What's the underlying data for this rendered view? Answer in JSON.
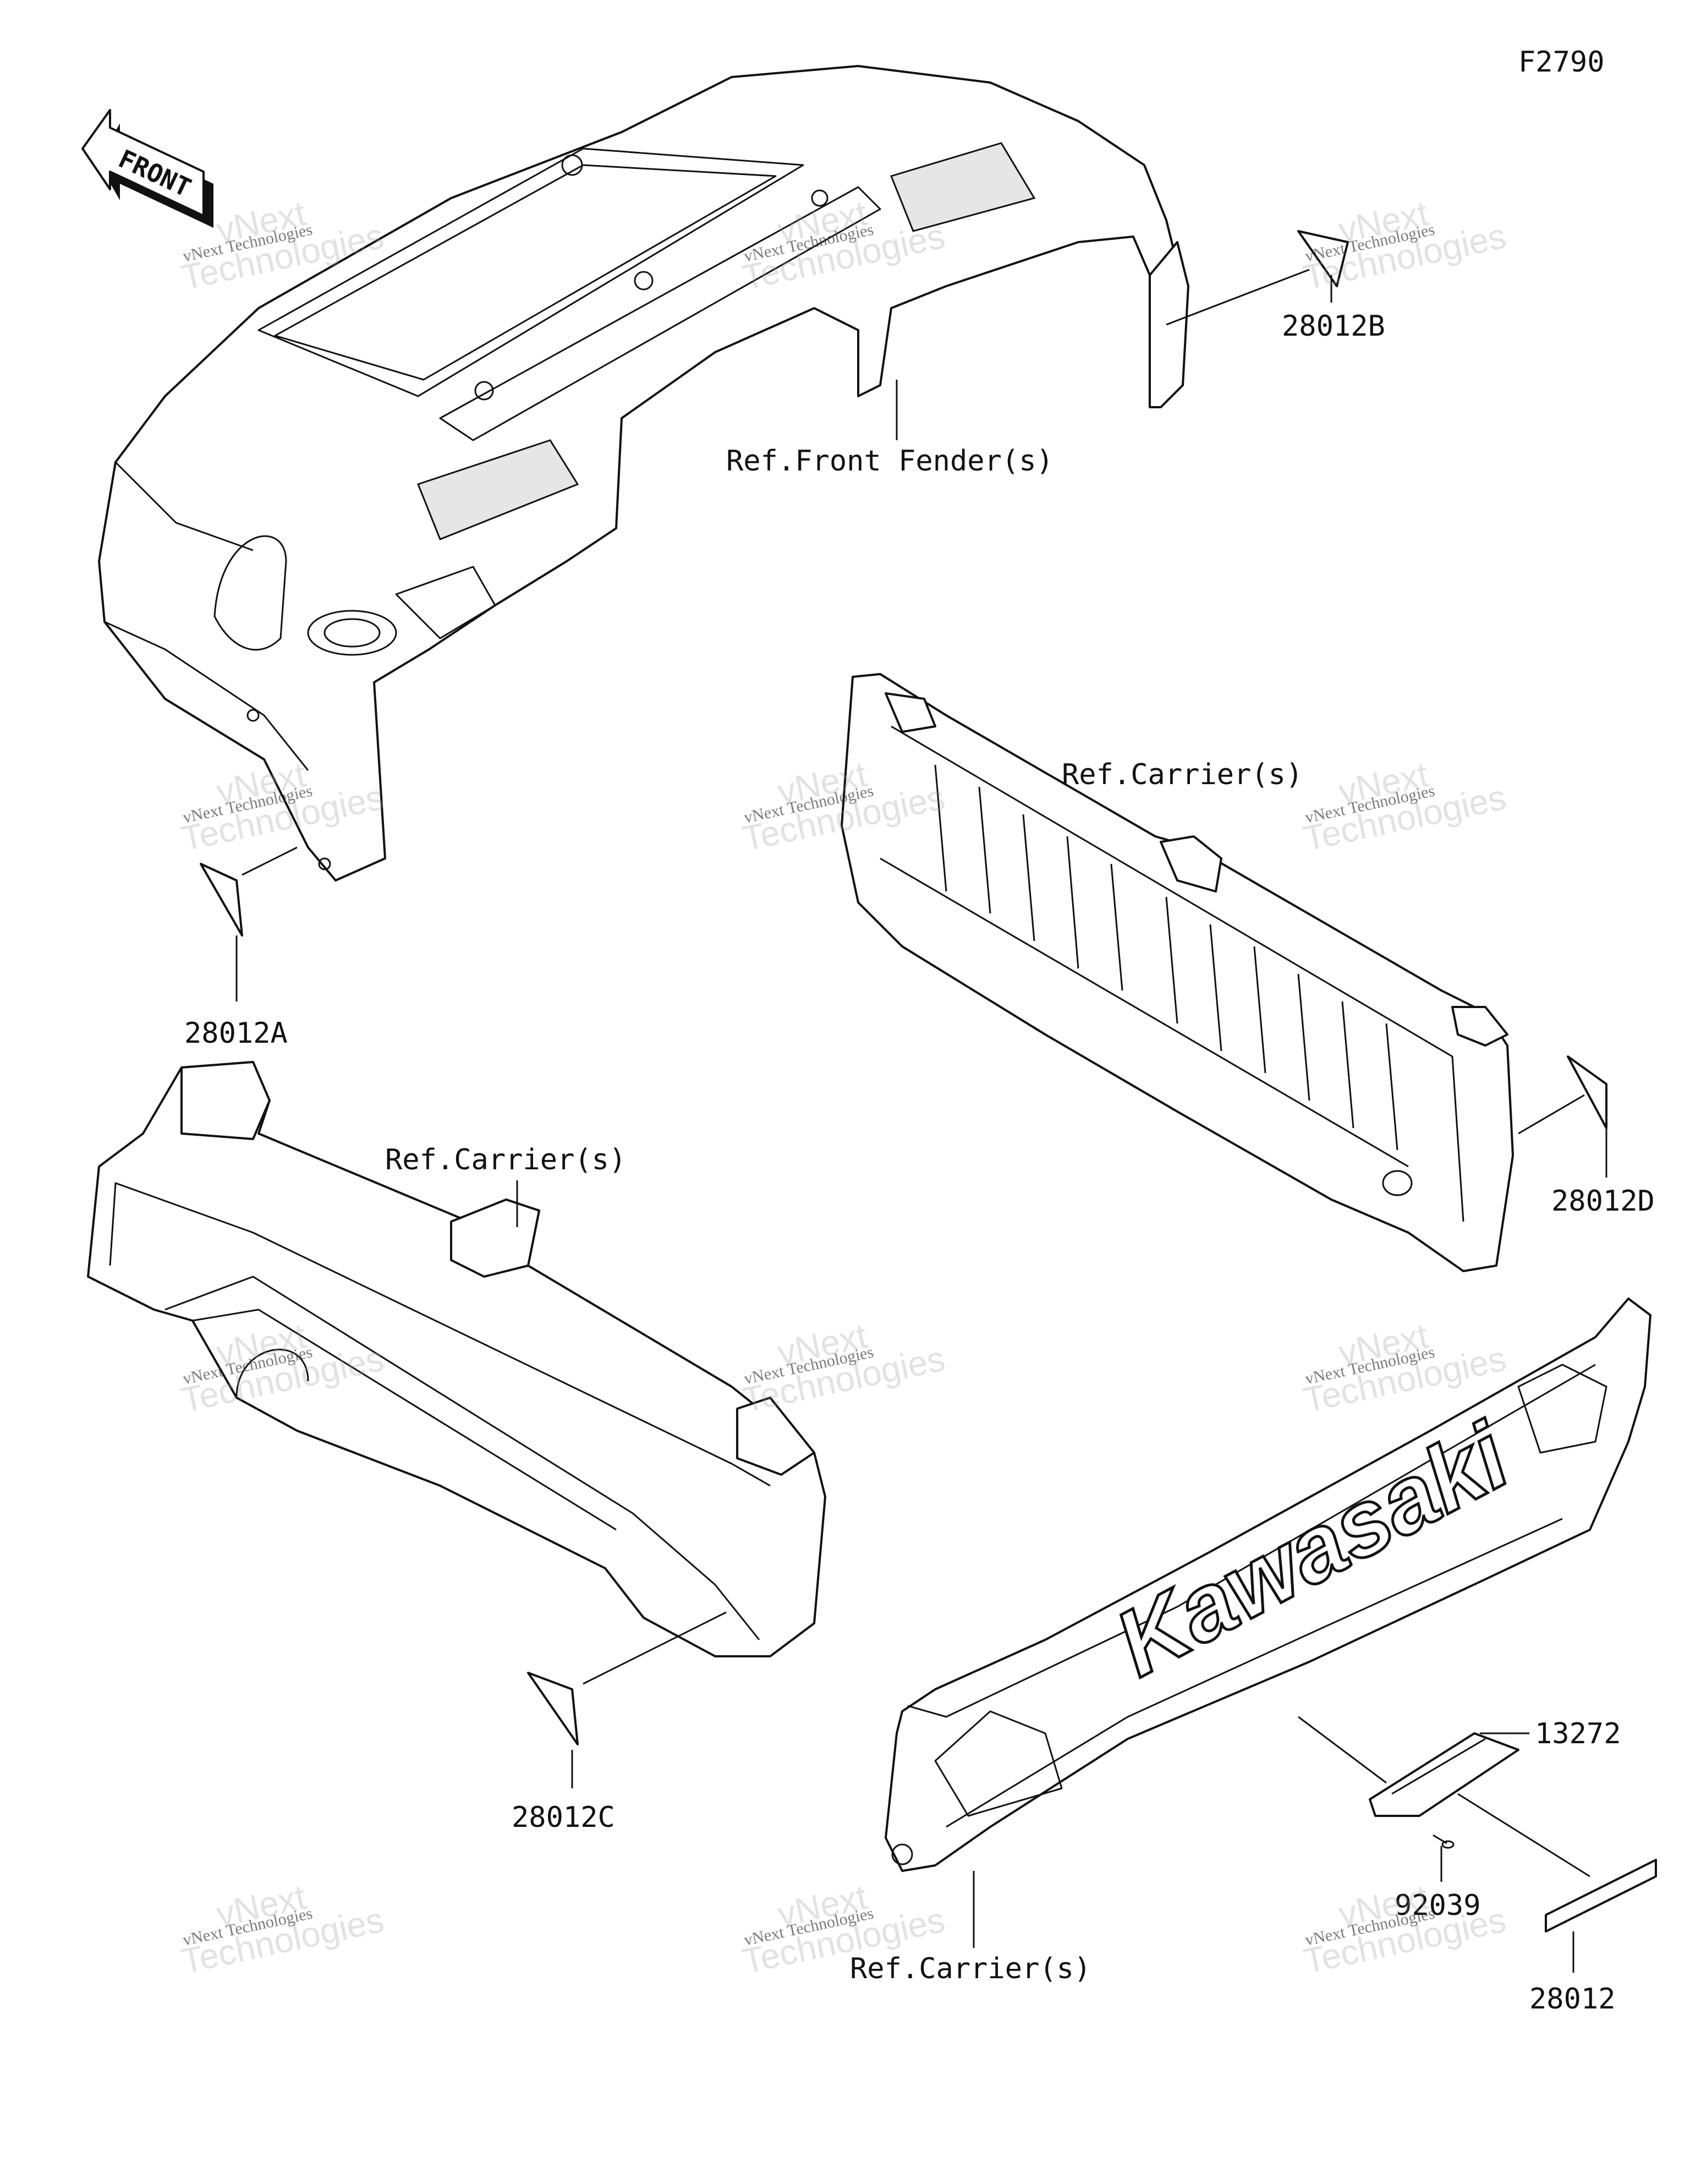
{
  "figure_code": "F2790",
  "front_label": "FRONT",
  "labels": {
    "ref_front_fender": "Ref.Front Fender(s)",
    "ref_carrier_upper": "Ref.Carrier(s)",
    "ref_carrier_left": "Ref.Carrier(s)",
    "ref_carrier_bottom": "Ref.Carrier(s)",
    "p28012A": "28012A",
    "p28012B": "28012B",
    "p28012C": "28012C",
    "p28012D": "28012D",
    "p13272": "13272",
    "p92039": "92039",
    "p28012": "28012"
  },
  "brand_logo_text": "Kawasaki",
  "watermark": {
    "line1": "vNext",
    "line2": "Technologies",
    "small": "vNext Technologies"
  }
}
